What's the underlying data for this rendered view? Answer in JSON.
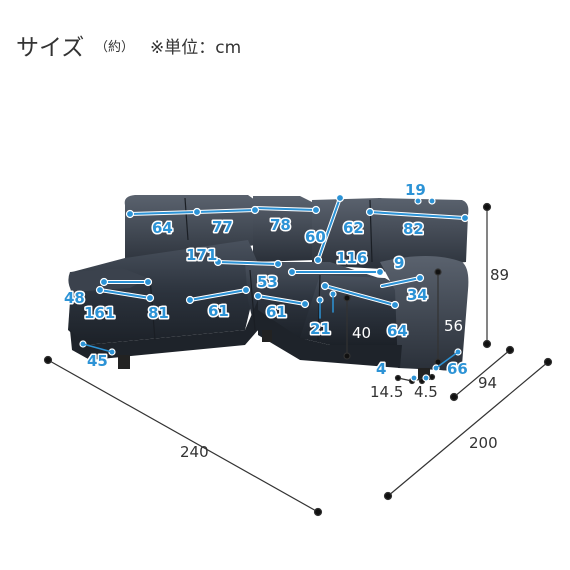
{
  "header": {
    "title": "サイズ",
    "title_sub": "（約）",
    "unit": "※単位：cm"
  },
  "colors": {
    "accent": "#2c93d6",
    "sofa": "#2b323d",
    "dim_line": "#333333"
  },
  "dimensions": {
    "overall": [
      "240",
      "200",
      "89",
      "94",
      "14.5",
      "4.5"
    ],
    "detail": [
      "19",
      "64",
      "77",
      "78",
      "60",
      "62",
      "82",
      "171",
      "116",
      "9",
      "53",
      "48",
      "161",
      "81",
      "61",
      "61",
      "21",
      "34",
      "40",
      "64",
      "56",
      "45",
      "4",
      "66"
    ]
  }
}
